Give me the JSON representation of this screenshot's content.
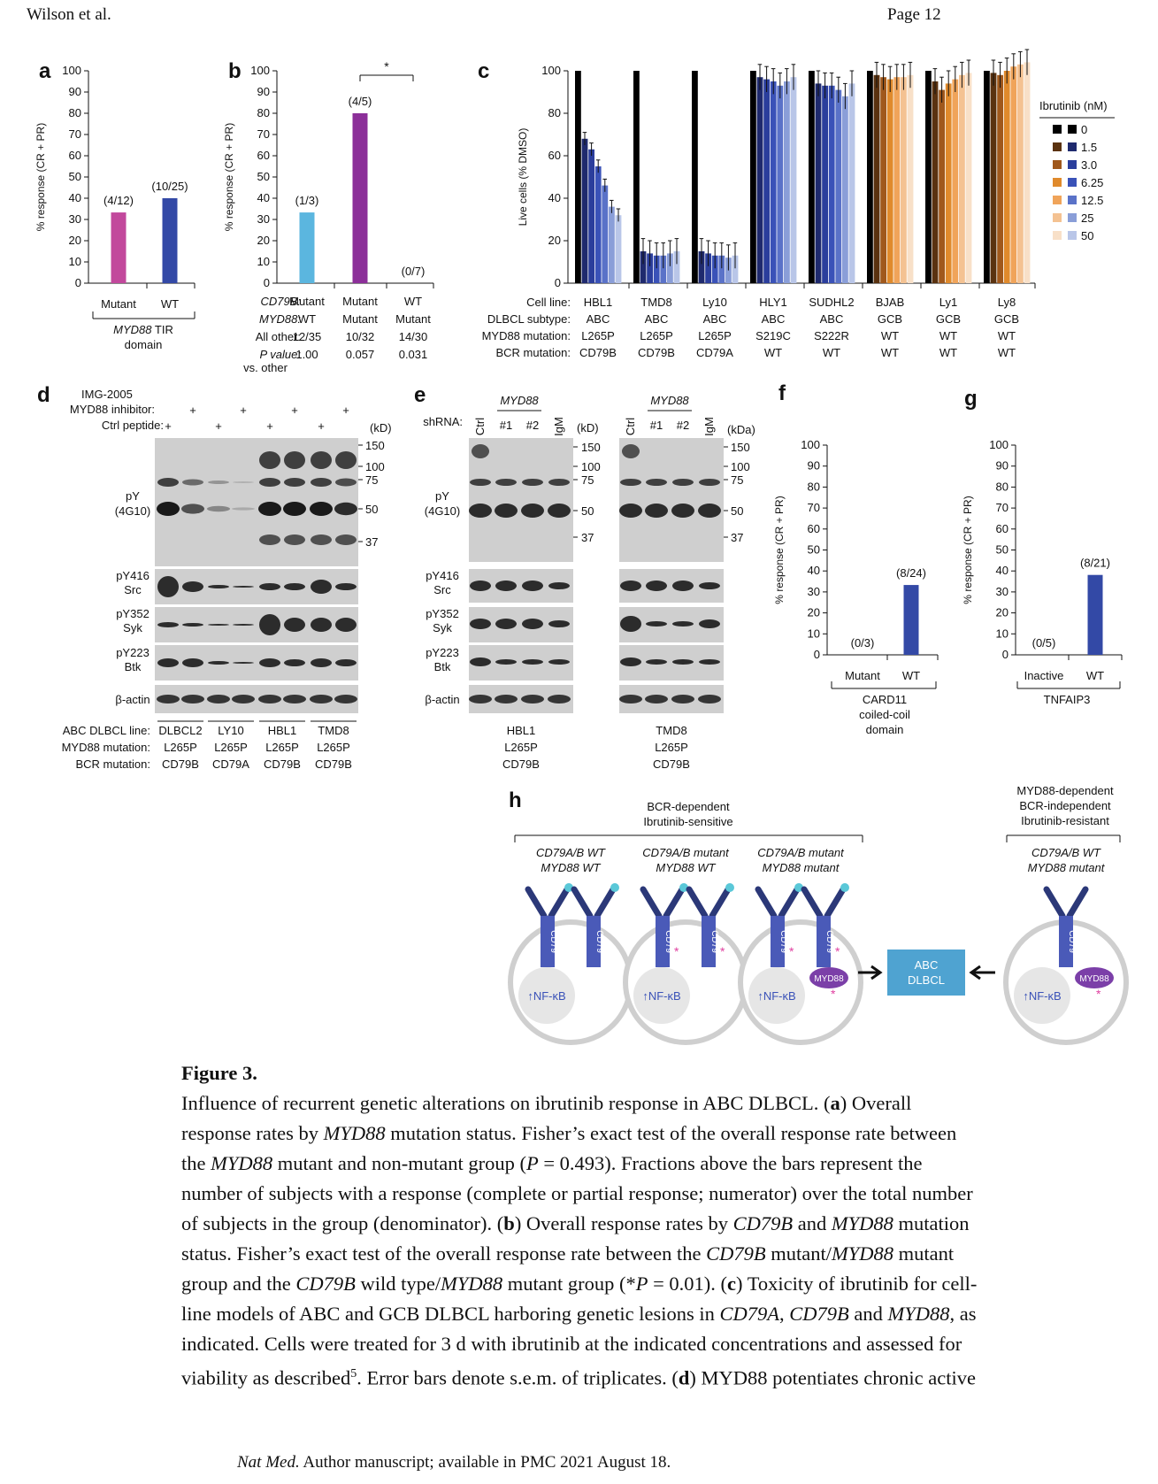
{
  "header": {
    "left": "Wilson et al.",
    "right": "Page 12"
  },
  "colors": {
    "magenta": "#c2489c",
    "blue_dark": "#3349a6",
    "light_blue": "#5bb6df",
    "purple": "#8c2f99",
    "abc_box": "#4fa3d1"
  },
  "panels": {
    "a": {
      "letter": "a",
      "ylabel": "% response (CR + PR)",
      "yticks": [
        "0",
        "10",
        "20",
        "30",
        "40",
        "50",
        "60",
        "70",
        "80",
        "90",
        "100"
      ],
      "bars": [
        {
          "label": "Mutant",
          "value": 33.3,
          "fraction": "(4/12)"
        },
        {
          "label": "WT",
          "value": 40,
          "fraction": "(10/25)"
        }
      ],
      "group_label_italic": "MYD88",
      "group_label_rest": " TIR",
      "group_label_line2": "domain"
    },
    "b": {
      "letter": "b",
      "ylabel": "% response (CR + PR)",
      "yticks": [
        "0",
        "10",
        "20",
        "30",
        "40",
        "50",
        "60",
        "70",
        "80",
        "90",
        "100"
      ],
      "bars": [
        {
          "value": 33.3,
          "fraction": "(1/3)"
        },
        {
          "value": 80,
          "fraction": "(4/5)"
        },
        {
          "value": 0,
          "fraction": "(0/7)"
        }
      ],
      "sig": "*",
      "rows": [
        {
          "label": "CD79B:",
          "italic": true,
          "cells": [
            "Mutant",
            "Mutant",
            "WT"
          ]
        },
        {
          "label": "MYD88:",
          "italic": true,
          "cells": [
            "WT",
            "Mutant",
            "Mutant"
          ]
        },
        {
          "label": "All other:",
          "italic": false,
          "cells": [
            "12/35",
            "10/32",
            "14/30"
          ]
        },
        {
          "label": "P value:",
          "italic": true,
          "cells": [
            "1.00",
            "0.057",
            "0.031"
          ]
        }
      ],
      "pvalue_line2": "vs. other"
    },
    "c": {
      "letter": "c",
      "ylabel": "Live cells (% DMSO)",
      "yticks": [
        "0",
        "20",
        "40",
        "60",
        "80",
        "100"
      ],
      "legend_title": "Ibrutinib (nM)",
      "legend_items": [
        "0",
        "1.5",
        "3.0",
        "6.25",
        "12.5",
        "25",
        "50"
      ],
      "row_labels": [
        "Cell line:",
        "DLBCL subtype:",
        "MYD88 mutation:",
        "BCR mutation:"
      ],
      "cell_lines": [
        {
          "name": "HBL1",
          "subtype": "ABC",
          "myd88": "L265P",
          "bcr": "CD79B"
        },
        {
          "name": "TMD8",
          "subtype": "ABC",
          "myd88": "L265P",
          "bcr": "CD79B"
        },
        {
          "name": "Ly10",
          "subtype": "ABC",
          "myd88": "L265P",
          "bcr": "CD79A"
        },
        {
          "name": "HLY1",
          "subtype": "ABC",
          "myd88": "S219C",
          "bcr": "WT"
        },
        {
          "name": "SUDHL2",
          "subtype": "ABC",
          "myd88": "S222R",
          "bcr": "WT"
        },
        {
          "name": "BJAB",
          "subtype": "GCB",
          "myd88": "WT",
          "bcr": "WT"
        },
        {
          "name": "Ly1",
          "subtype": "GCB",
          "myd88": "WT",
          "bcr": "WT"
        },
        {
          "name": "Ly8",
          "subtype": "GCB",
          "myd88": "WT",
          "bcr": "WT"
        }
      ]
    },
    "d": {
      "letter": "d",
      "treat_title": "IMG-2005",
      "treat_rows": [
        "MYD88 inhibitor:",
        "Ctrl peptide:"
      ],
      "plus": "+",
      "kd_label": "(kD)",
      "markers": [
        "150",
        "100",
        "75",
        "50",
        "37"
      ],
      "blot_labels": [
        [
          "pY",
          "(4G10)"
        ],
        [
          "pY416",
          "Src"
        ],
        [
          "pY352",
          "Syk"
        ],
        [
          "pY223",
          "Btk"
        ],
        [
          "β-actin"
        ]
      ],
      "bottom_row_labels": [
        "ABC DLBCL line:",
        "MYD88 mutation:",
        "BCR mutation:"
      ],
      "lines": [
        {
          "name": "DLBCL2",
          "myd88": "L265P",
          "bcr": "CD79B"
        },
        {
          "name": "LY10",
          "myd88": "L265P",
          "bcr": "CD79A"
        },
        {
          "name": "HBL1",
          "myd88": "L265P",
          "bcr": "CD79B"
        },
        {
          "name": "TMD8",
          "myd88": "L265P",
          "bcr": "CD79B"
        }
      ]
    },
    "e": {
      "letter": "e",
      "shrna_label": "shRNA:",
      "myd88": "MYD88",
      "lanes": [
        "Ctrl",
        "#1",
        "#2",
        "IgM"
      ],
      "kd_label_left": "(kD)",
      "kd_label_right": "(kDa)",
      "markers": [
        "150",
        "100",
        "75",
        "50",
        "37"
      ],
      "blot_labels": [
        [
          "pY",
          "(4G10)"
        ],
        [
          "pY416",
          "Src"
        ],
        [
          "pY352",
          "Syk"
        ],
        [
          "pY223",
          "Btk"
        ],
        [
          "β-actin"
        ]
      ],
      "groups": [
        [
          "HBL1",
          "L265P",
          "CD79B"
        ],
        [
          "TMD8",
          "L265P",
          "CD79B"
        ]
      ]
    },
    "f": {
      "letter": "f",
      "ylabel": "% response (CR + PR)",
      "yticks": [
        "0",
        "10",
        "20",
        "30",
        "40",
        "50",
        "60",
        "70",
        "80",
        "90",
        "100"
      ],
      "bars": [
        {
          "label": "Mutant",
          "value": 0,
          "fraction": "(0/3)"
        },
        {
          "label": "WT",
          "value": 33.3,
          "fraction": "(8/24)"
        }
      ],
      "group_label": [
        "CARD11",
        "coiled-coil",
        "domain"
      ]
    },
    "g": {
      "letter": "g",
      "ylabel": "% response (CR + PR)",
      "yticks": [
        "0",
        "10",
        "20",
        "30",
        "40",
        "50",
        "60",
        "70",
        "80",
        "90",
        "100"
      ],
      "bars": [
        {
          "label": "Inactive",
          "value": 0,
          "fraction": "(0/5)"
        },
        {
          "label": "WT",
          "value": 38.1,
          "fraction": "(8/21)"
        }
      ],
      "group_label": [
        "TNFAIP3"
      ]
    },
    "h": {
      "letter": "h",
      "group1": [
        "BCR-dependent",
        "Ibrutinib-sensitive"
      ],
      "group2": [
        "MYD88-dependent",
        "BCR-independent",
        "Ibrutinib-resistant"
      ],
      "cells": [
        [
          "CD79A/B WT",
          "MYD88 WT"
        ],
        [
          "CD79A/B mutant",
          "MYD88 WT"
        ],
        [
          "CD79A/B mutant",
          "MYD88 mutant"
        ],
        [
          "CD79A/B WT",
          "MYD88 mutant"
        ]
      ],
      "nfkb": "NF-κB",
      "cd79": "CD79",
      "myd88_label": "MYD88",
      "abc_box": [
        "ABC",
        "DLBCL"
      ]
    }
  },
  "chart_data": [
    {
      "type": "bar",
      "panel": "a",
      "categories": [
        "Mutant",
        "WT"
      ],
      "values": [
        33.3,
        40
      ],
      "ylabel": "% response (CR + PR)",
      "ylim": [
        0,
        100
      ],
      "annotations": [
        "(4/12)",
        "(10/25)"
      ]
    },
    {
      "type": "bar",
      "panel": "b",
      "categories": [
        "Mutant/WT",
        "Mutant/Mutant",
        "WT/Mutant"
      ],
      "values": [
        33.3,
        80,
        0
      ],
      "ylabel": "% response (CR + PR)",
      "ylim": [
        0,
        100
      ],
      "annotations": [
        "(1/3)",
        "(4/5)",
        "(0/7)"
      ]
    },
    {
      "type": "bar",
      "panel": "c",
      "ylabel": "Live cells (% DMSO)",
      "ylim": [
        0,
        100
      ],
      "categories": [
        "HBL1",
        "TMD8",
        "Ly10",
        "HLY1",
        "SUDHL2",
        "BJAB",
        "Ly1",
        "Ly8"
      ],
      "series": [
        {
          "name": "0",
          "values": [
            100,
            100,
            100,
            100,
            100,
            100,
            100,
            100
          ]
        },
        {
          "name": "1.5",
          "values": [
            68,
            15,
            15,
            97,
            94,
            98,
            95,
            99
          ]
        },
        {
          "name": "3.0",
          "values": [
            63,
            14,
            14,
            96,
            93,
            97,
            91,
            98
          ]
        },
        {
          "name": "6.25",
          "values": [
            55,
            13,
            13,
            95,
            93,
            96,
            94,
            100
          ]
        },
        {
          "name": "12.5",
          "values": [
            46,
            13,
            13,
            93,
            91,
            97,
            96,
            102
          ]
        },
        {
          "name": "25",
          "values": [
            36,
            14,
            12,
            95,
            88,
            97,
            98,
            103
          ]
        },
        {
          "name": "50",
          "values": [
            32,
            15,
            13,
            97,
            94,
            98,
            99,
            104
          ]
        }
      ]
    },
    {
      "type": "bar",
      "panel": "f",
      "categories": [
        "Mutant",
        "WT"
      ],
      "values": [
        0,
        33.3
      ],
      "ylabel": "% response (CR + PR)",
      "ylim": [
        0,
        100
      ],
      "annotations": [
        "(0/3)",
        "(8/24)"
      ]
    },
    {
      "type": "bar",
      "panel": "g",
      "categories": [
        "Inactive",
        "WT"
      ],
      "values": [
        0,
        38.1
      ],
      "ylabel": "% response (CR + PR)",
      "ylim": [
        0,
        100
      ],
      "annotations": [
        "(0/5)",
        "(8/21)"
      ]
    }
  ],
  "caption": {
    "title": "Figure 3.",
    "runs": [
      {
        "t": "Influence of recurrent genetic alterations on ibrutinib response in ABC DLBCL. ("
      },
      {
        "t": "a",
        "b": true
      },
      {
        "t": ") Overall response rates by "
      },
      {
        "t": "MYD88",
        "i": true
      },
      {
        "t": " mutation status. Fisher’s exact test of the overall response rate between the "
      },
      {
        "t": "MYD88",
        "i": true
      },
      {
        "t": " mutant and non-mutant group ("
      },
      {
        "t": "P",
        "i": true
      },
      {
        "t": " = 0.493). Fractions above the bars represent the number of subjects with a response (complete or partial response; numerator) over the total number of subjects in the group (denominator). ("
      },
      {
        "t": "b",
        "b": true
      },
      {
        "t": ") Overall response rates by "
      },
      {
        "t": "CD79B",
        "i": true
      },
      {
        "t": " and "
      },
      {
        "t": "MYD88",
        "i": true
      },
      {
        "t": " mutation status. Fisher’s exact test of the overall response rate between the "
      },
      {
        "t": "CD79B",
        "i": true
      },
      {
        "t": " mutant/"
      },
      {
        "t": "MYD88",
        "i": true
      },
      {
        "t": " mutant group and the "
      },
      {
        "t": "CD79B",
        "i": true
      },
      {
        "t": " wild type/"
      },
      {
        "t": "MYD88",
        "i": true
      },
      {
        "t": " mutant group (*"
      },
      {
        "t": "P",
        "i": true
      },
      {
        "t": " = 0.01). ("
      },
      {
        "t": "c",
        "b": true
      },
      {
        "t": ") Toxicity of ibrutinib for cell-line models of ABC and GCB DLBCL harboring genetic lesions in "
      },
      {
        "t": "CD79A",
        "i": true
      },
      {
        "t": ", "
      },
      {
        "t": "CD79B",
        "i": true
      },
      {
        "t": " and "
      },
      {
        "t": "MYD88",
        "i": true
      },
      {
        "t": ", as indicated. Cells were treated for 3 d with ibrutinib at the indicated concentrations and assessed for viability as described"
      },
      {
        "t": "5",
        "sup": true
      },
      {
        "t": ". Error bars denote s.e.m. of triplicates. ("
      },
      {
        "t": "d",
        "b": true
      },
      {
        "t": ") MYD88 potentiates chronic active"
      }
    ]
  },
  "footer": {
    "journal": "Nat Med.",
    "rest": " Author manuscript; available in PMC 2021 August 18."
  }
}
